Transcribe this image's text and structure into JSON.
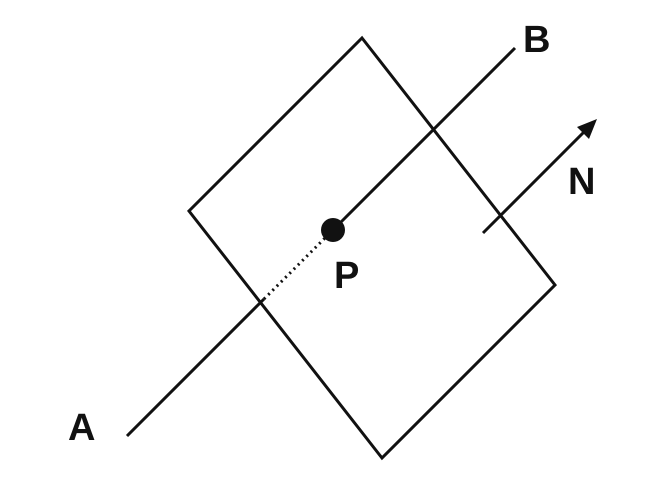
{
  "labels": {
    "a": "A",
    "b": "B",
    "p": "P",
    "n": "N"
  },
  "colors": {
    "stroke": "#111111",
    "background": "#ffffff"
  }
}
